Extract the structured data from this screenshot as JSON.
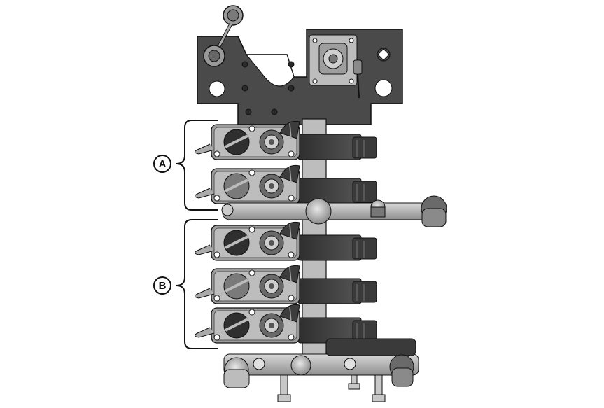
{
  "labels": {
    "callout_a": "A",
    "callout_b": "B"
  },
  "groups": [
    {
      "label": "A",
      "valve_count": 2
    },
    {
      "label": "B",
      "valve_count": 3
    }
  ],
  "colors": {
    "body_dark": "#3f3f3f",
    "body_mid": "#8a8a8a",
    "body_light": "#cfcfcf",
    "metal": "#b9b9b9",
    "line": "#111111",
    "background": "#ffffff"
  }
}
